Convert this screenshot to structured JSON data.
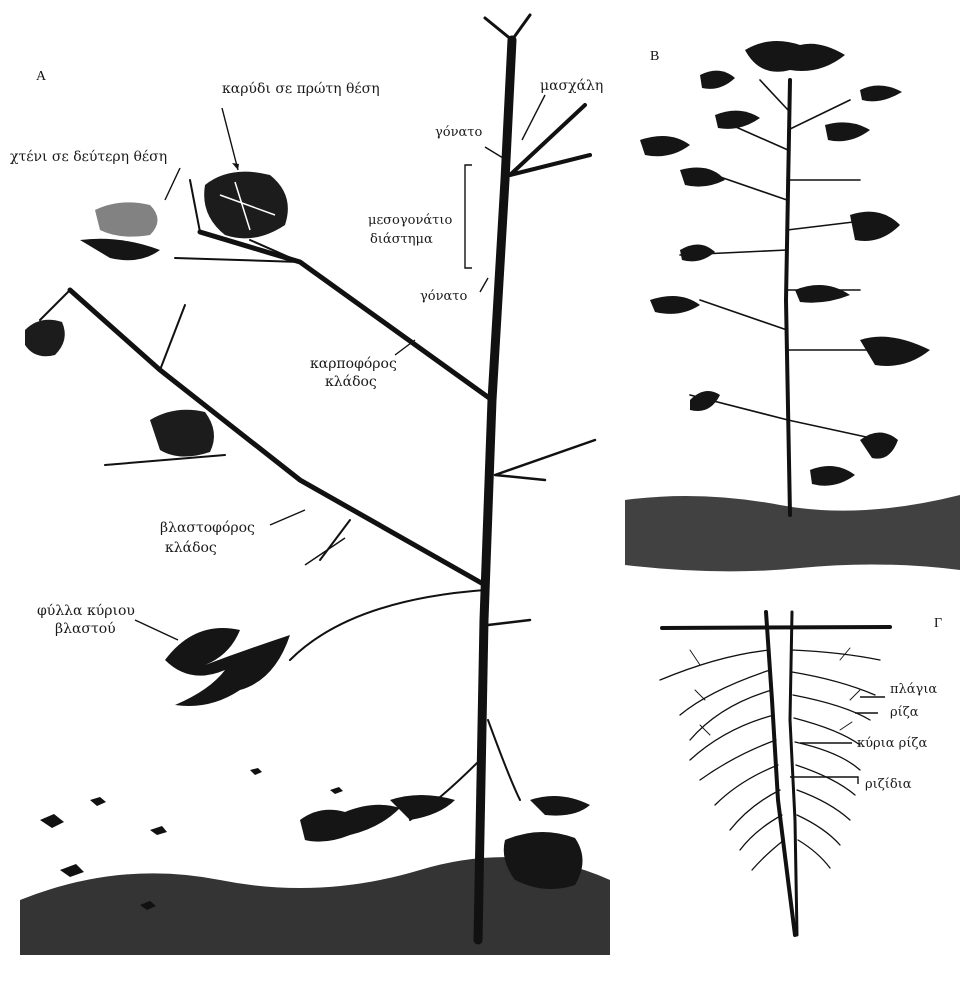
{
  "panels": {
    "a": "A",
    "b": "B",
    "c": "Γ"
  },
  "labels": {
    "boll_first_position": "καρύδι σε πρώτη θέση",
    "boll_second_position": "χτένι σε δεύτερη θέση",
    "axil": "μασχάλη",
    "node_top": "γόνατο",
    "internode_line1": "μεσογονάτιο",
    "internode_line2": "διάστημα",
    "node_bottom": "γόνατο",
    "fruiting_branch_line1": "καρποφόρος",
    "fruiting_branch_line2": "κλάδος",
    "vegetative_branch_line1": "βλαστοφόρος",
    "vegetative_branch_line2": "κλάδος",
    "mainstem_leaves_line1": "φύλλα κύριου",
    "mainstem_leaves_line2": "βλαστού",
    "lateral_root_line1": "πλάγια",
    "lateral_root_line2": "ρίζα",
    "taproot": "κύρια ρίζα",
    "rootlets": "ριζίδια"
  }
}
